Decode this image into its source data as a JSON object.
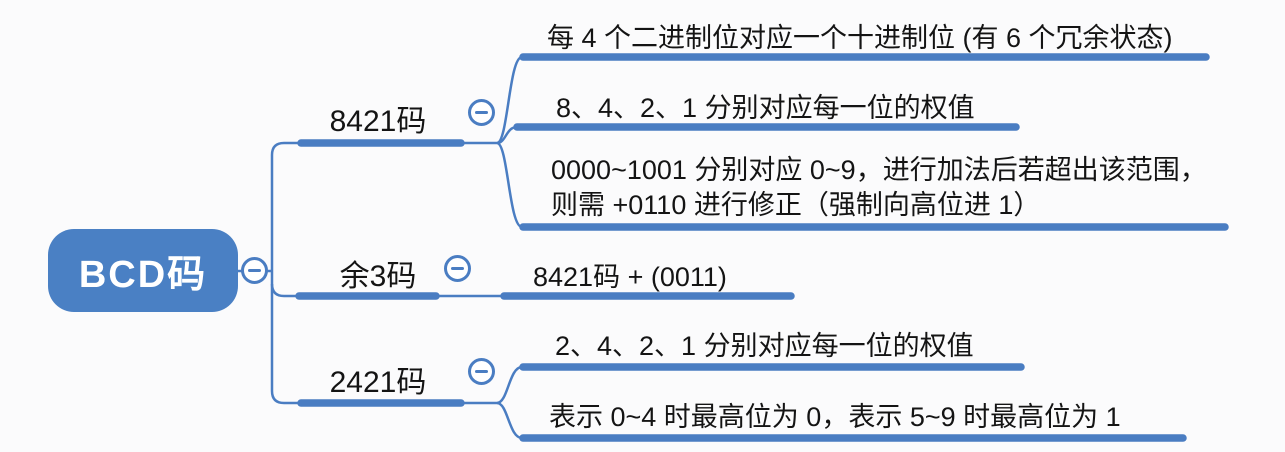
{
  "canvas": {
    "background": "#fbfbfc"
  },
  "colors": {
    "node_fill": "#4a80c4",
    "node_text": "#ffffff",
    "line": "#4a7dc2",
    "text": "#141414"
  },
  "icons": {
    "collapse": "minus-icon"
  },
  "mindmap": {
    "root": {
      "label": "BCD码"
    },
    "branches": [
      {
        "label": "8421码",
        "children": [
          "每 4 个二进制位对应一个十进制位 (有 6 个冗余状态)",
          "8、4、2、1 分别对应每一位的权值",
          "0000~1001 分别对应 0~9，进行加法后若超出该范围，则需 +0110 进行修正（强制向高位进 1）"
        ]
      },
      {
        "label": "余3码",
        "children": [
          "8421码 + (0011)"
        ]
      },
      {
        "label": "2421码",
        "children": [
          "2、4、2、1 分别对应每一位的权值",
          "表示 0~4 时最高位为 0，表示 5~9 时最高位为 1"
        ]
      }
    ]
  }
}
